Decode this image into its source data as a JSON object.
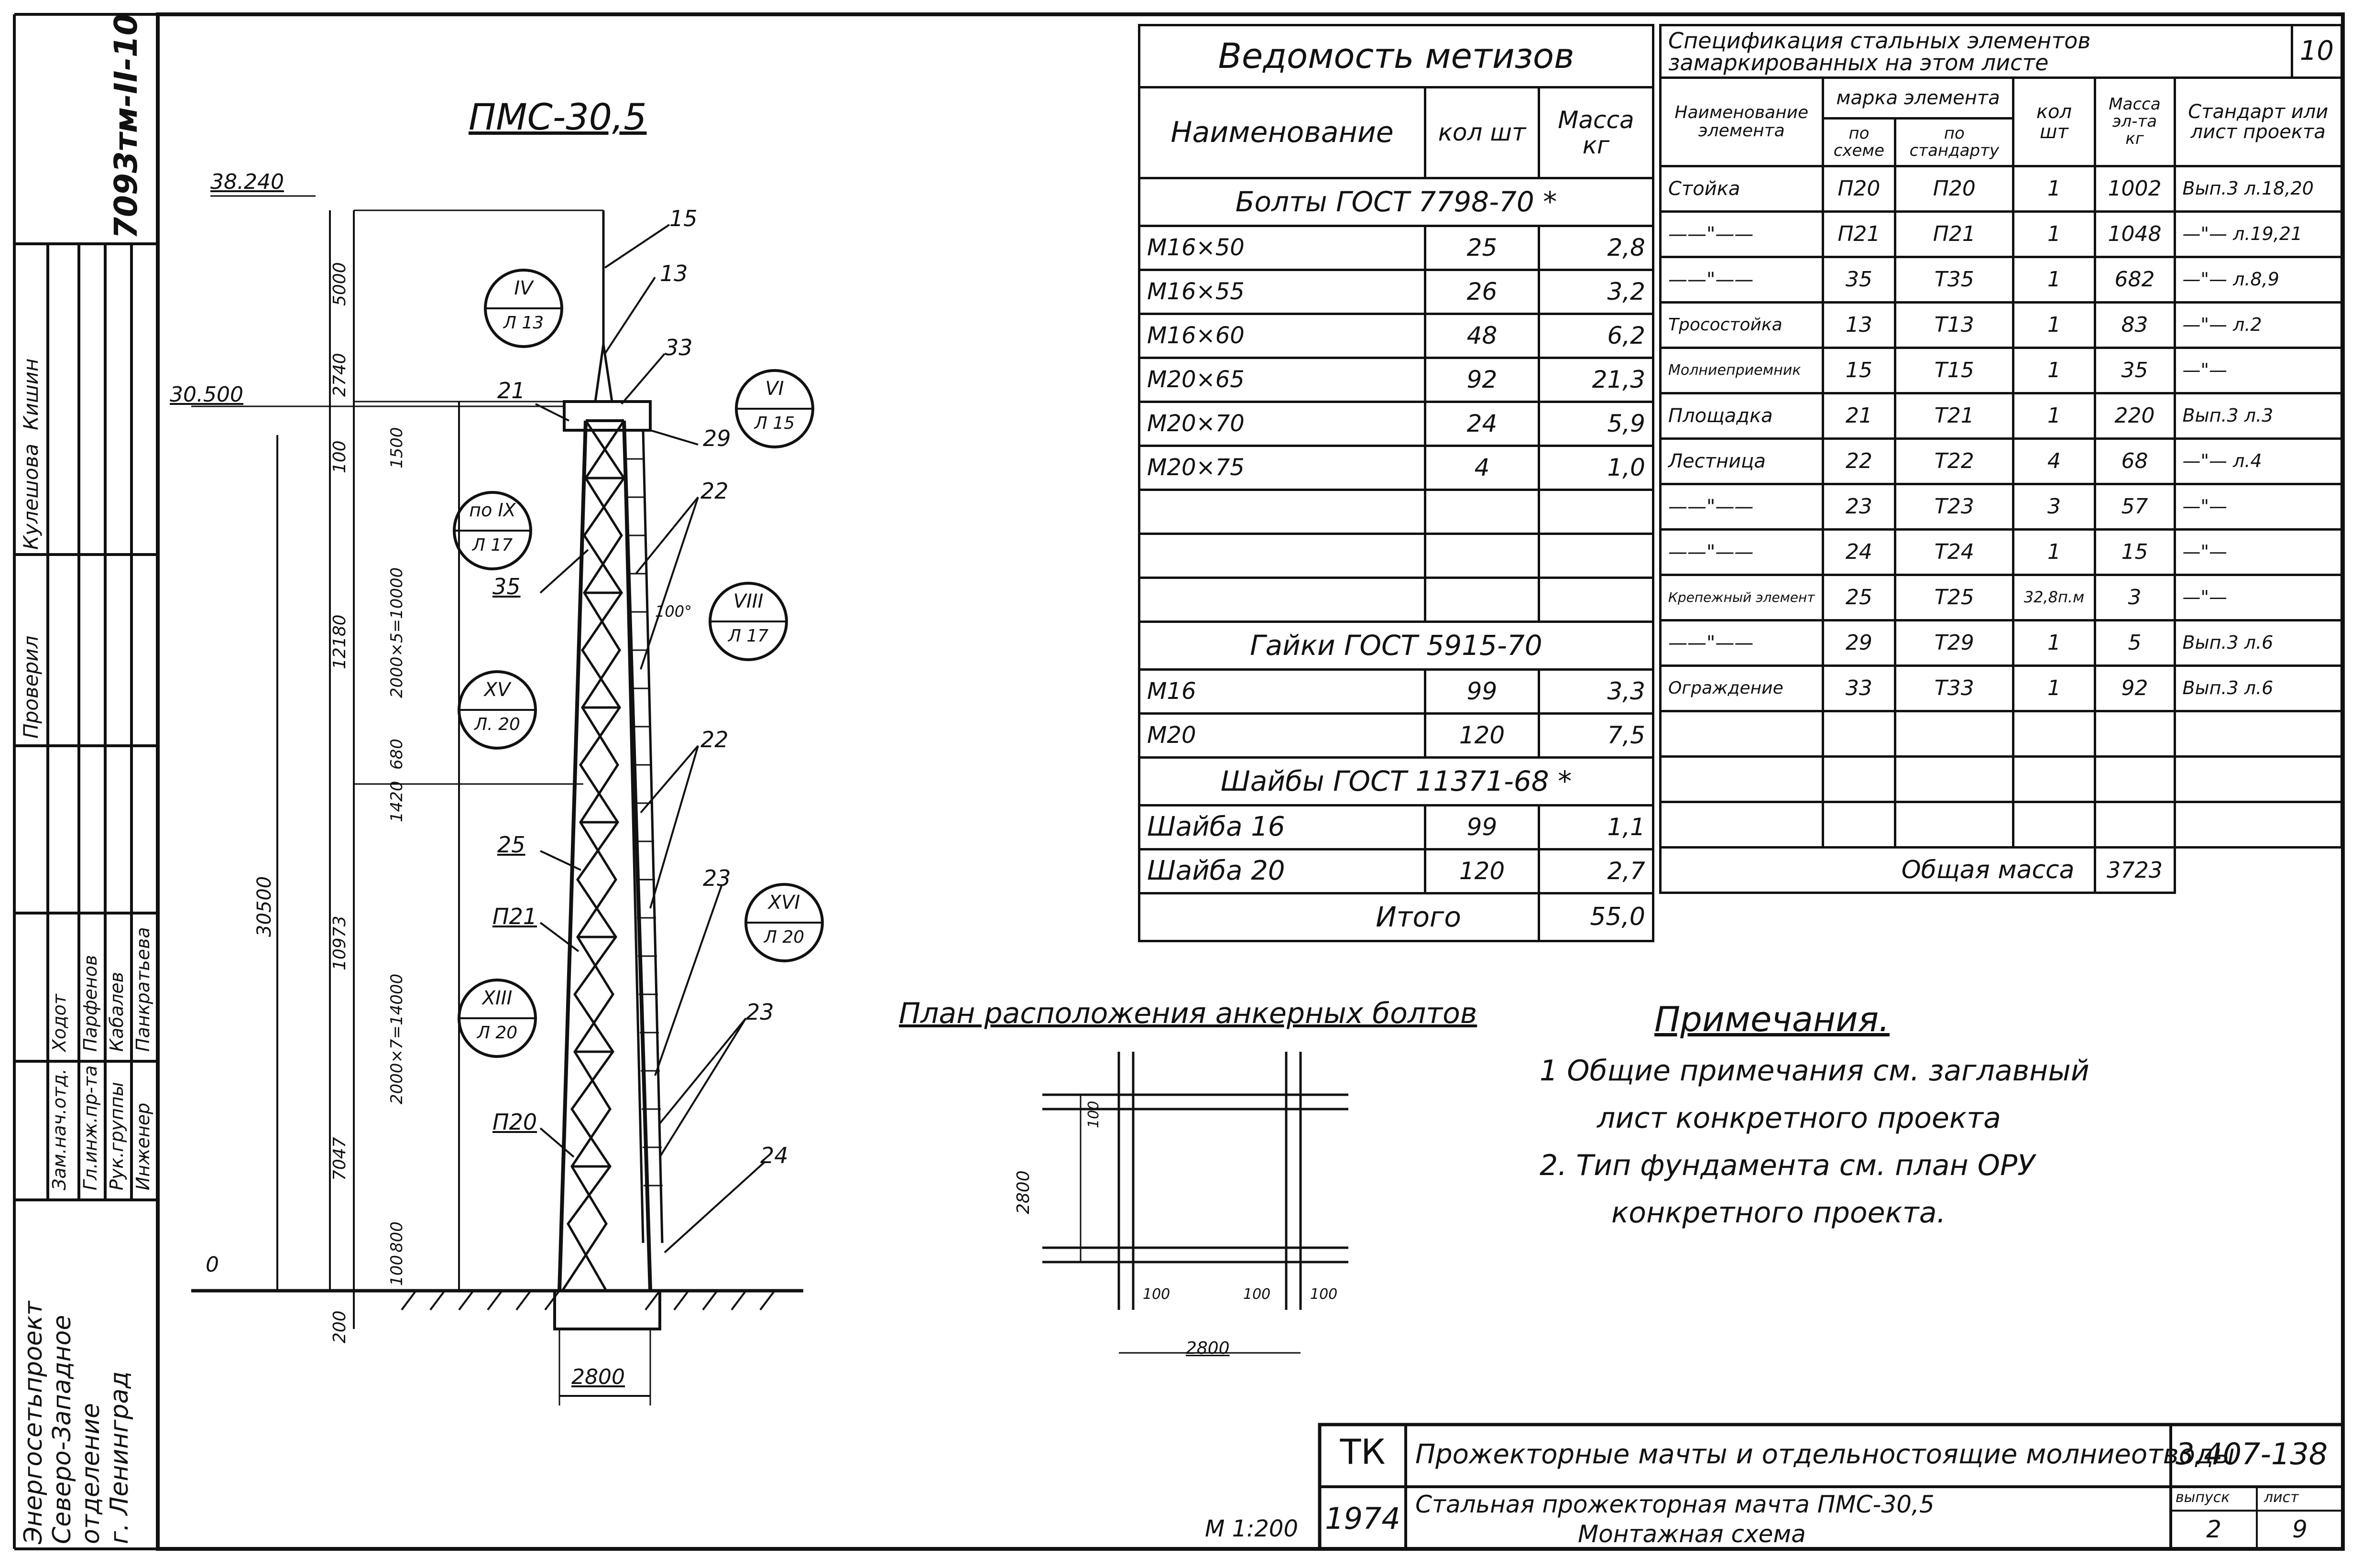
{
  "left_block": {
    "org_lines": [
      "Энергосетьпроект",
      "Северо-Западное",
      "отделение",
      "г. Ленинград"
    ],
    "roles": [
      "Зам.нач.отд.",
      "Гл.инж.пр-та",
      "Рук.группы",
      "Инженер"
    ],
    "names": [
      "Ходот",
      "Парфенов",
      "Кабалев",
      "Панкратьева"
    ],
    "checks": [
      "Проверил",
      "Кулешова",
      "Кишин"
    ],
    "doc_code": "7093тм-II-10"
  },
  "tower": {
    "title": "ПМС-30,5",
    "top_mark": "38.240",
    "mid_mark": "30.500",
    "ground_mark": "0",
    "dims_left": [
      "5000",
      "2740",
      "100",
      "12180",
      "10973",
      "7047",
      "200",
      "30500"
    ],
    "dims_inner": [
      "1500",
      "2000×5=10000",
      "680",
      "1420",
      "2000×7=14000",
      "800",
      "100"
    ],
    "base_width": "2800",
    "angle": "100°",
    "labels": [
      "15",
      "13",
      "33",
      "21",
      "29",
      "22",
      "35",
      "22",
      "25",
      "П21",
      "23",
      "23",
      "П20",
      "24"
    ],
    "circles": [
      {
        "num": "IV",
        "sheet": "Л 13"
      },
      {
        "num": "VI",
        "sheet": "Л 15"
      },
      {
        "num": "по IX",
        "sheet": "Л 17"
      },
      {
        "num": "VIII",
        "sheet": "Л 17"
      },
      {
        "num": "XV",
        "sheet": "Л. 20"
      },
      {
        "num": "XVI",
        "sheet": "Л 20"
      },
      {
        "num": "XIII",
        "sheet": "Л 20"
      }
    ]
  },
  "hardware": {
    "title": "Ведомость метизов",
    "headers": [
      "Наименование",
      "кол шт",
      "Масса кг"
    ],
    "bolts_title": "Болты ГОСТ 7798-70 *",
    "bolts": [
      [
        "М16×50",
        "25",
        "2,8"
      ],
      [
        "М16×55",
        "26",
        "3,2"
      ],
      [
        "М16×60",
        "48",
        "6,2"
      ],
      [
        "М20×65",
        "92",
        "21,3"
      ],
      [
        "М20×70",
        "24",
        "5,9"
      ],
      [
        "М20×75",
        "4",
        "1,0"
      ]
    ],
    "nuts_title": "Гайки ГОСТ 5915-70",
    "nuts": [
      [
        "М16",
        "99",
        "3,3"
      ],
      [
        "М20",
        "120",
        "7,5"
      ]
    ],
    "washers_title": "Шайбы ГОСТ 11371-68 *",
    "washers": [
      [
        "Шайба 16",
        "99",
        "1,1"
      ],
      [
        "Шайба 20",
        "120",
        "2,7"
      ]
    ],
    "total_label": "Итого",
    "total_value": "55,0"
  },
  "spec": {
    "title_line1": "Спецификация стальных элементов",
    "title_line2": "замаркированных на этом листе",
    "sheet_no": "10",
    "h_name": "Наименование элемента",
    "h_mark": "марка элемента",
    "h_scheme": "по схеме",
    "h_std": "по стандарту",
    "h_qty": "кол шт",
    "h_mass": "Масса эл-та кг",
    "h_ref": "Стандарт или лист проекта",
    "rows": [
      [
        "Стойка",
        "П20",
        "П20",
        "1",
        "1002",
        "Вып.3 л.18,20"
      ],
      [
        "——\"——",
        "П21",
        "П21",
        "1",
        "1048",
        "—\"— л.19,21"
      ],
      [
        "——\"——",
        "35",
        "Т35",
        "1",
        "682",
        "—\"— л.8,9"
      ],
      [
        "Тросостойка",
        "13",
        "Т13",
        "1",
        "83",
        "—\"— л.2"
      ],
      [
        "Молниеприемник",
        "15",
        "Т15",
        "1",
        "35",
        "—\"—"
      ],
      [
        "Площадка",
        "21",
        "Т21",
        "1",
        "220",
        "Вып.3 л.3"
      ],
      [
        "Лестница",
        "22",
        "Т22",
        "4",
        "68",
        "—\"— л.4"
      ],
      [
        "——\"——",
        "23",
        "Т23",
        "3",
        "57",
        "—\"—"
      ],
      [
        "——\"——",
        "24",
        "Т24",
        "1",
        "15",
        "—\"—"
      ],
      [
        "Крепежный элемент",
        "25",
        "Т25",
        "32,8п.м",
        "3",
        "—\"—"
      ],
      [
        "——\"——",
        "29",
        "Т29",
        "1",
        "5",
        "Вып.3 л.6"
      ],
      [
        "Ограждение",
        "33",
        "Т33",
        "1",
        "92",
        "Вып.3 л.6"
      ]
    ],
    "total_label": "Общая масса",
    "total_value": "3723"
  },
  "anchor_plan": {
    "title": "План расположения анкерных болтов",
    "dim_h": "2800",
    "dim_v": "2800",
    "small": [
      "100",
      "100",
      "100",
      "100"
    ]
  },
  "notes": {
    "title": "Примечания.",
    "lines": [
      "1 Общие примечания см. заглавный",
      "лист конкретного проекта",
      "2. Тип фундамента см. план ОРУ",
      "конкретного проекта."
    ]
  },
  "stamp": {
    "tk": "ТК",
    "year": "1974",
    "scale": "М 1:200",
    "line1": "Прожекторные мачты и отдельностоящие молниеотводы",
    "line2": "Стальная прожекторная мачта ПМС-30,5",
    "line3": "Монтажная схема",
    "code": "3.407-138",
    "issue_label": "выпуск",
    "sheet_label": "лист",
    "issue": "2",
    "sheet": "9"
  }
}
